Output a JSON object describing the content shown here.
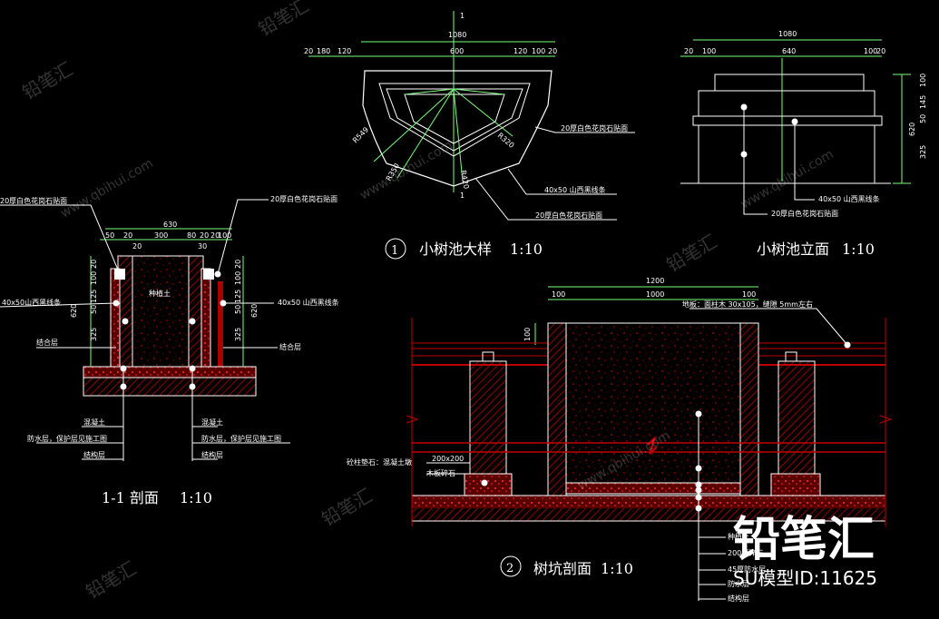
{
  "detail1": {
    "section_mark": "1",
    "dim_total": "1080",
    "dim_row": [
      "20",
      "180",
      "120",
      "600",
      "120",
      "100",
      "20"
    ],
    "radii": [
      "R549",
      "R350",
      "R320",
      "R420"
    ],
    "notes": [
      "20厚白色花岗石贴面",
      "40x50  山西黑线条",
      "20厚白色花岗石贴面"
    ],
    "title_num": "1",
    "title": "小树池大样",
    "scale": "1:10"
  },
  "elevation": {
    "dim_total": "1080",
    "dim_row": [
      "20",
      "100",
      "640",
      "100",
      "20"
    ],
    "vert_dims": [
      "100",
      "145",
      "50",
      "325",
      "620"
    ],
    "notes": [
      "40x50  山西黑线条",
      "20厚白色花岗石贴面"
    ],
    "title": "小树池立面",
    "scale": "1:10"
  },
  "section11": {
    "dim_total": "630",
    "dim_row": [
      "50",
      "20",
      "20",
      "300",
      "80",
      "20",
      "20",
      "100",
      "30"
    ],
    "vert_dims": [
      "20",
      "100",
      "125",
      "50",
      "325",
      "620"
    ],
    "fill_label": "种植土",
    "left_notes": [
      "20厚白色花岗石贴面",
      "40x50山西黑线条",
      "结合层"
    ],
    "right_notes": [
      "20厚白色花岗石贴面",
      "40x50  山西黑线条",
      "结合层"
    ],
    "bottom_notes": [
      "混凝土",
      "防水层，保护层见施工图",
      "结构层"
    ],
    "title": "1-1  剖面",
    "scale": "1:10"
  },
  "detail2": {
    "dim_total": "1200",
    "dim_row": [
      "100",
      "1000",
      "100"
    ],
    "dim_left": "100",
    "deck_note": "地板：面柱木 30x105，缝隙 5mm左右",
    "left_notes": [
      "砼柱垫石：混凝土墩",
      "200x200",
      "木板碎石"
    ],
    "layer_notes": [
      "种植土",
      "200厚碎石",
      "45厚防水层",
      "防水层",
      "结构层"
    ],
    "title_num": "2",
    "title": "树坑剖面",
    "scale": "1:10"
  },
  "watermark": {
    "brand": "铅笔汇",
    "model_id": "SU模型ID:11625",
    "site": "www.qbihui.com"
  }
}
